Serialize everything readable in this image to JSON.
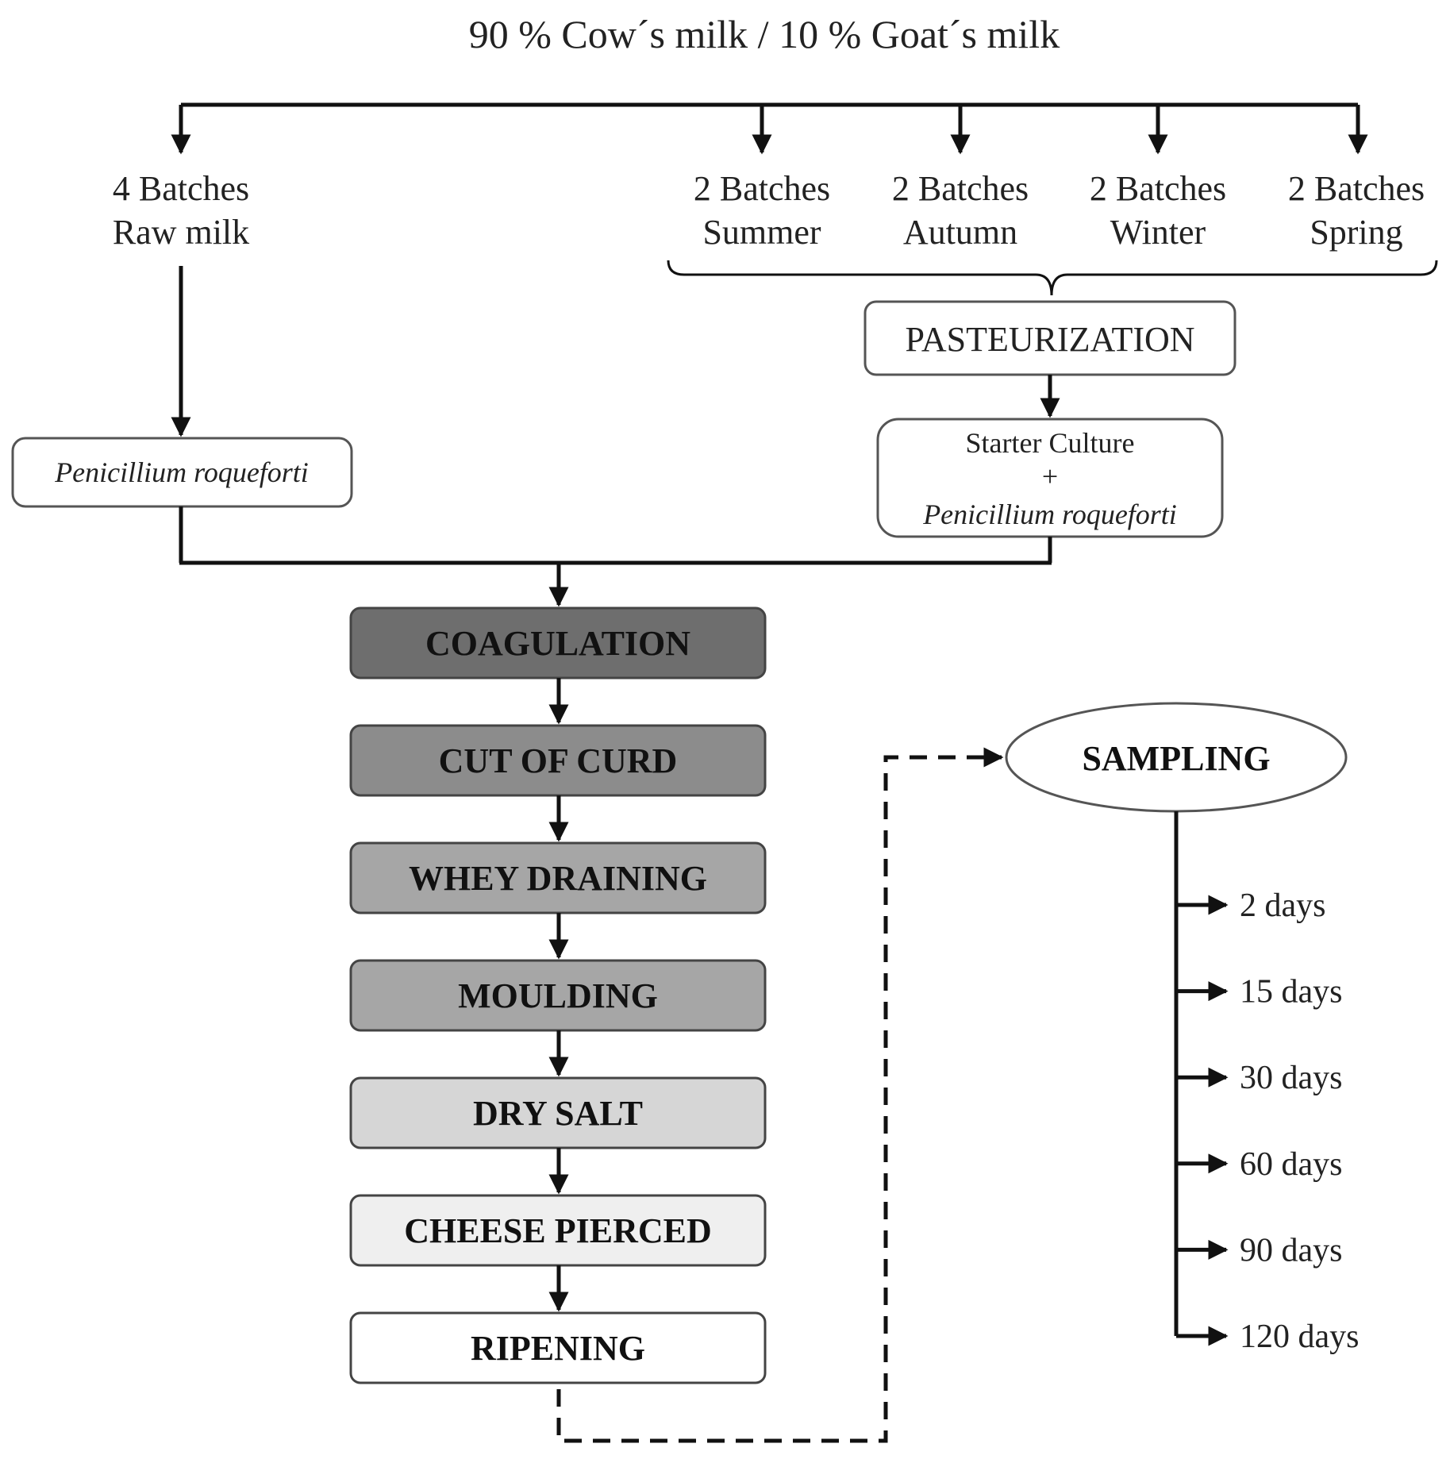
{
  "title": "90 % Cow´s milk / 10 % Goat´s milk",
  "batches": [
    {
      "count": "4 Batches",
      "label": "Raw milk"
    },
    {
      "count": "2 Batches",
      "label": "Summer"
    },
    {
      "count": "2 Batches",
      "label": "Autumn"
    },
    {
      "count": "2 Batches",
      "label": "Winter"
    },
    {
      "count": "2 Batches",
      "label": "Spring"
    }
  ],
  "raw_milk_box": "Penicillium roqueforti",
  "pasteurization": "PASTEURIZATION",
  "starter_box": {
    "line1": "Starter Culture",
    "plus": "+",
    "line2": "Penicillium roqueforti"
  },
  "steps": [
    {
      "label": "COAGULATION",
      "fill": "#6e6e6e"
    },
    {
      "label": "CUT OF CURD",
      "fill": "#8c8c8c"
    },
    {
      "label": "WHEY DRAINING",
      "fill": "#a6a6a6"
    },
    {
      "label": "MOULDING",
      "fill": "#a6a6a6"
    },
    {
      "label": "DRY SALT",
      "fill": "#d6d6d6"
    },
    {
      "label": "CHEESE PIERCED",
      "fill": "#efefef"
    },
    {
      "label": "RIPENING",
      "fill": "#ffffff"
    }
  ],
  "sampling": "SAMPLING",
  "sampling_days": [
    "2 days",
    "15 days",
    "30 days",
    "60 days",
    "90 days",
    "120 days"
  ]
}
